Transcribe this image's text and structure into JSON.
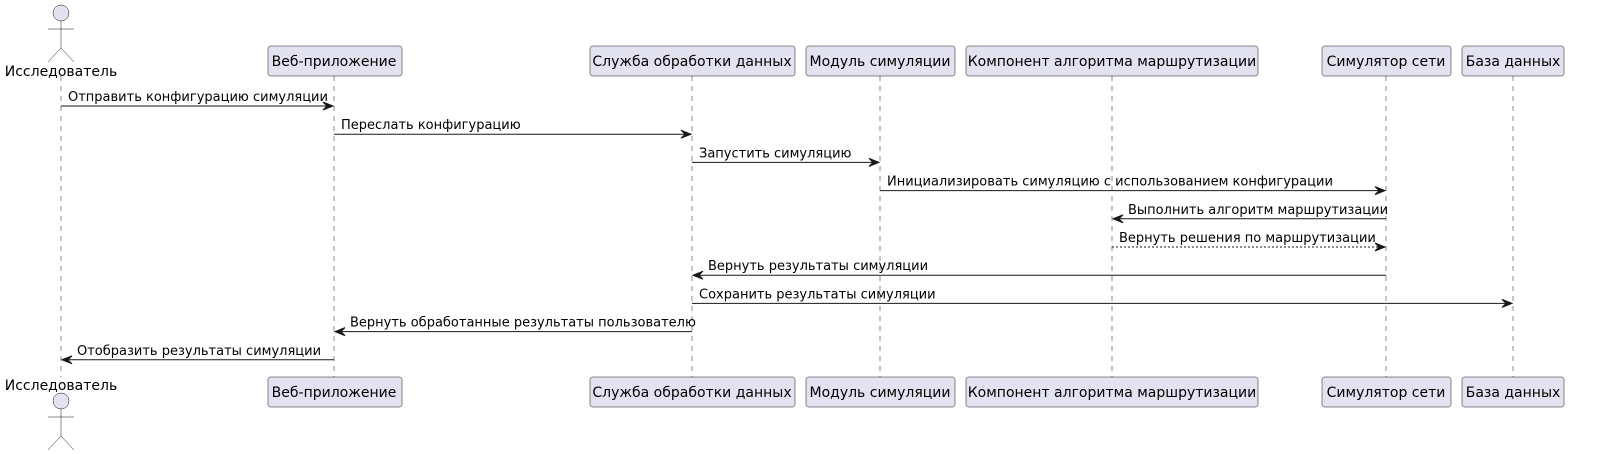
{
  "diagram": {
    "type": "sequence",
    "participants": [
      {
        "id": "researcher",
        "label": "Исследователь",
        "kind": "actor"
      },
      {
        "id": "webapp",
        "label": "Веб-приложение",
        "kind": "participant"
      },
      {
        "id": "dataservice",
        "label": "Служба обработки данных",
        "kind": "participant"
      },
      {
        "id": "simmodule",
        "label": "Модуль симуляции",
        "kind": "participant"
      },
      {
        "id": "routing",
        "label": "Компонент алгоритма маршрутизации",
        "kind": "participant"
      },
      {
        "id": "netsim",
        "label": "Симулятор сети",
        "kind": "participant"
      },
      {
        "id": "database",
        "label": "База данных",
        "kind": "participant"
      }
    ],
    "messages": [
      {
        "from": "researcher",
        "to": "webapp",
        "label": "Отправить конфигурацию симуляции",
        "style": "solid"
      },
      {
        "from": "webapp",
        "to": "dataservice",
        "label": "Переслать конфигурацию",
        "style": "solid"
      },
      {
        "from": "dataservice",
        "to": "simmodule",
        "label": "Запустить симуляцию",
        "style": "solid"
      },
      {
        "from": "simmodule",
        "to": "netsim",
        "label": "Инициализировать симуляцию с использованием конфигурации",
        "style": "solid"
      },
      {
        "from": "netsim",
        "to": "routing",
        "label": "Выполнить алгоритм маршрутизации",
        "style": "solid"
      },
      {
        "from": "routing",
        "to": "netsim",
        "label": "Вернуть решения по маршрутизации",
        "style": "dashed"
      },
      {
        "from": "netsim",
        "to": "dataservice",
        "label": "Вернуть результаты симуляции",
        "style": "solid"
      },
      {
        "from": "dataservice",
        "to": "database",
        "label": "Сохранить результаты симуляции",
        "style": "solid"
      },
      {
        "from": "dataservice",
        "to": "webapp",
        "label": "Вернуть обработанные результаты пользователю",
        "style": "solid"
      },
      {
        "from": "webapp",
        "to": "researcher",
        "label": "Отобразить результаты симуляции",
        "style": "solid"
      }
    ]
  }
}
